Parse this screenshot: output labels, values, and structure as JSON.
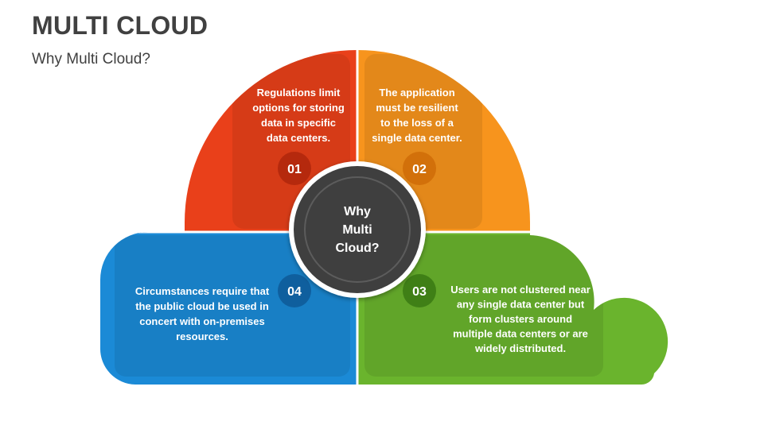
{
  "slide": {
    "title": "MULTI CLOUD",
    "subtitle": "Why Multi Cloud?"
  },
  "center": {
    "lines": [
      "Why",
      "Multi",
      "Cloud?"
    ],
    "color": "#3f3f3f"
  },
  "segments": [
    {
      "number": "01",
      "color": "#e9401a",
      "badge_color": "#b5290d",
      "lines": [
        "Regulations limit",
        "options for storing",
        "data in specific",
        "data centers."
      ]
    },
    {
      "number": "02",
      "color": "#f7941d",
      "badge_color": "#d2700a",
      "lines": [
        "The application",
        "must be resilient",
        "to the loss of a",
        "single data center."
      ]
    },
    {
      "number": "03",
      "color": "#6ab42d",
      "badge_color": "#3f7f16",
      "lines": [
        "Users are not clustered near",
        "any single data center but",
        "form clusters around",
        "multiple data centers or are",
        "widely distributed."
      ]
    },
    {
      "number": "04",
      "color": "#1b8ad6",
      "badge_color": "#0f5f9e",
      "lines": [
        "Circumstances require that",
        "the public cloud be used in",
        "concert with on-premises",
        "resources."
      ]
    }
  ]
}
